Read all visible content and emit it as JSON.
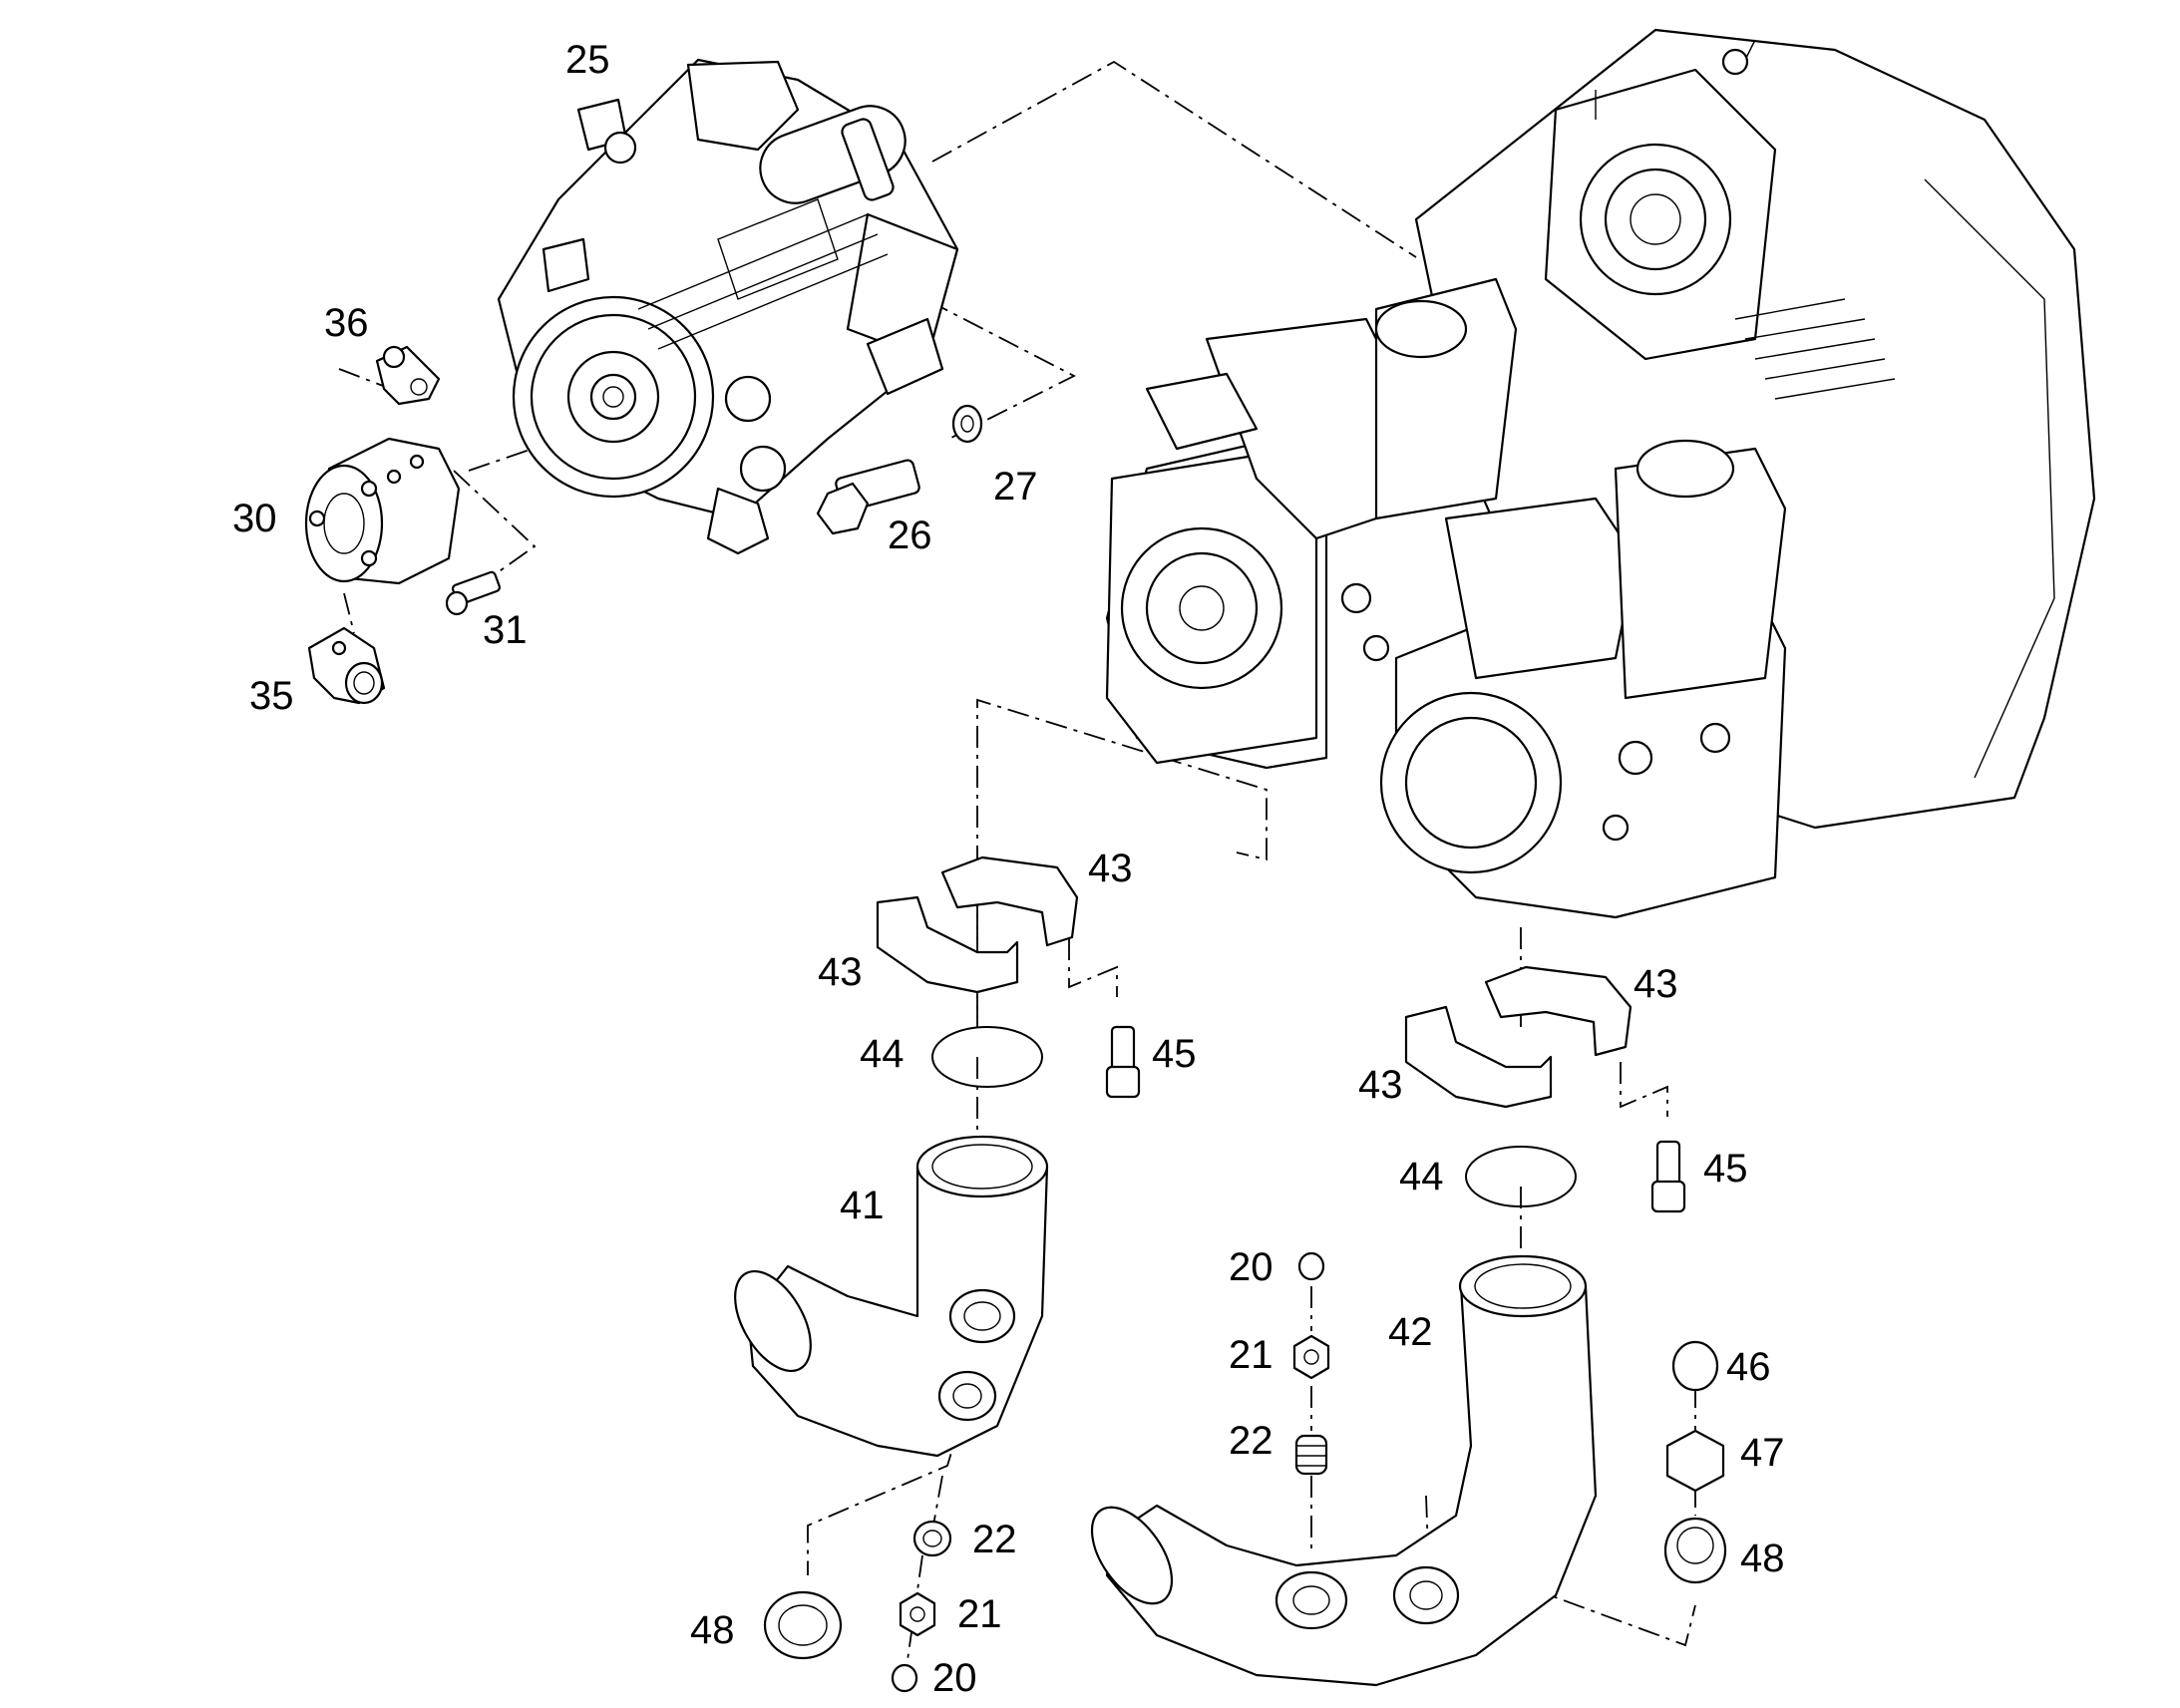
{
  "callouts": [
    {
      "id": "c25",
      "text": "25"
    },
    {
      "id": "c36",
      "text": "36"
    },
    {
      "id": "c30",
      "text": "30"
    },
    {
      "id": "c31",
      "text": "31"
    },
    {
      "id": "c35",
      "text": "35"
    },
    {
      "id": "c26",
      "text": "26"
    },
    {
      "id": "c27",
      "text": "27"
    },
    {
      "id": "c43a",
      "text": "43"
    },
    {
      "id": "c43b",
      "text": "43"
    },
    {
      "id": "c44a",
      "text": "44"
    },
    {
      "id": "c45a",
      "text": "45"
    },
    {
      "id": "c41",
      "text": "41"
    },
    {
      "id": "c43c",
      "text": "43"
    },
    {
      "id": "c43d",
      "text": "43"
    },
    {
      "id": "c44b",
      "text": "44"
    },
    {
      "id": "c45b",
      "text": "45"
    },
    {
      "id": "c20a",
      "text": "20"
    },
    {
      "id": "c21a",
      "text": "21"
    },
    {
      "id": "c22a",
      "text": "22"
    },
    {
      "id": "c42",
      "text": "42"
    },
    {
      "id": "c46",
      "text": "46"
    },
    {
      "id": "c47",
      "text": "47"
    },
    {
      "id": "c48a",
      "text": "48"
    },
    {
      "id": "c22b",
      "text": "22"
    },
    {
      "id": "c21b",
      "text": "21"
    },
    {
      "id": "c20b",
      "text": "20"
    },
    {
      "id": "c48b",
      "text": "48"
    }
  ]
}
